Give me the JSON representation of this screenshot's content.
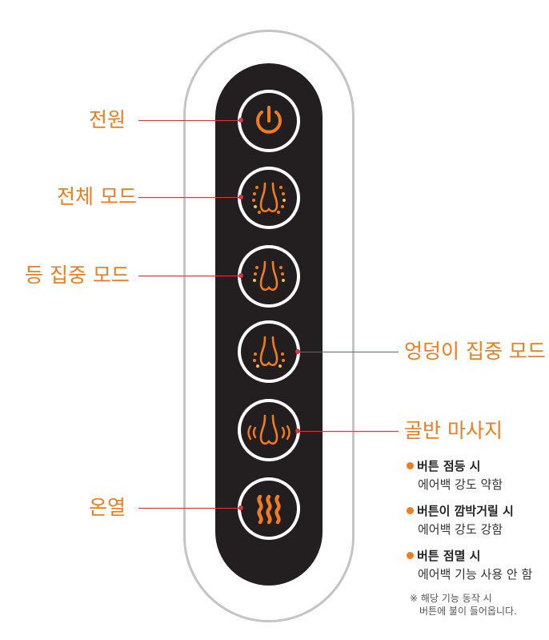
{
  "labels": {
    "power": "전원",
    "full_mode": "전체 모드",
    "back_mode": "등 집중 모드",
    "hip_mode": "엉덩이 집중 모드",
    "pelvis_massage": "골반 마사지",
    "heat": "온열"
  },
  "legend": [
    {
      "head": "버튼 점등 시",
      "desc": "에어백 강도 약함"
    },
    {
      "head": "버튼이 깜박거릴 시",
      "desc": "에어백 강도 강함"
    },
    {
      "head": "버튼 점멸 시",
      "desc": "에어백 기능 사용 안 함"
    }
  ],
  "note": {
    "line1": "※ 해당 기능 동작 시",
    "line2": "버튼에 불이 들어옵니다."
  },
  "colors": {
    "accent": "#f07c1e",
    "leader": "#d3373f",
    "panel": "#231f20",
    "shell_border": "#c4c4c4",
    "dot_yellow": "#f3c13a"
  },
  "icons": [
    "power-icon",
    "full-body-icon",
    "back-focus-icon",
    "hip-focus-icon",
    "pelvis-massage-icon",
    "heat-icon"
  ]
}
